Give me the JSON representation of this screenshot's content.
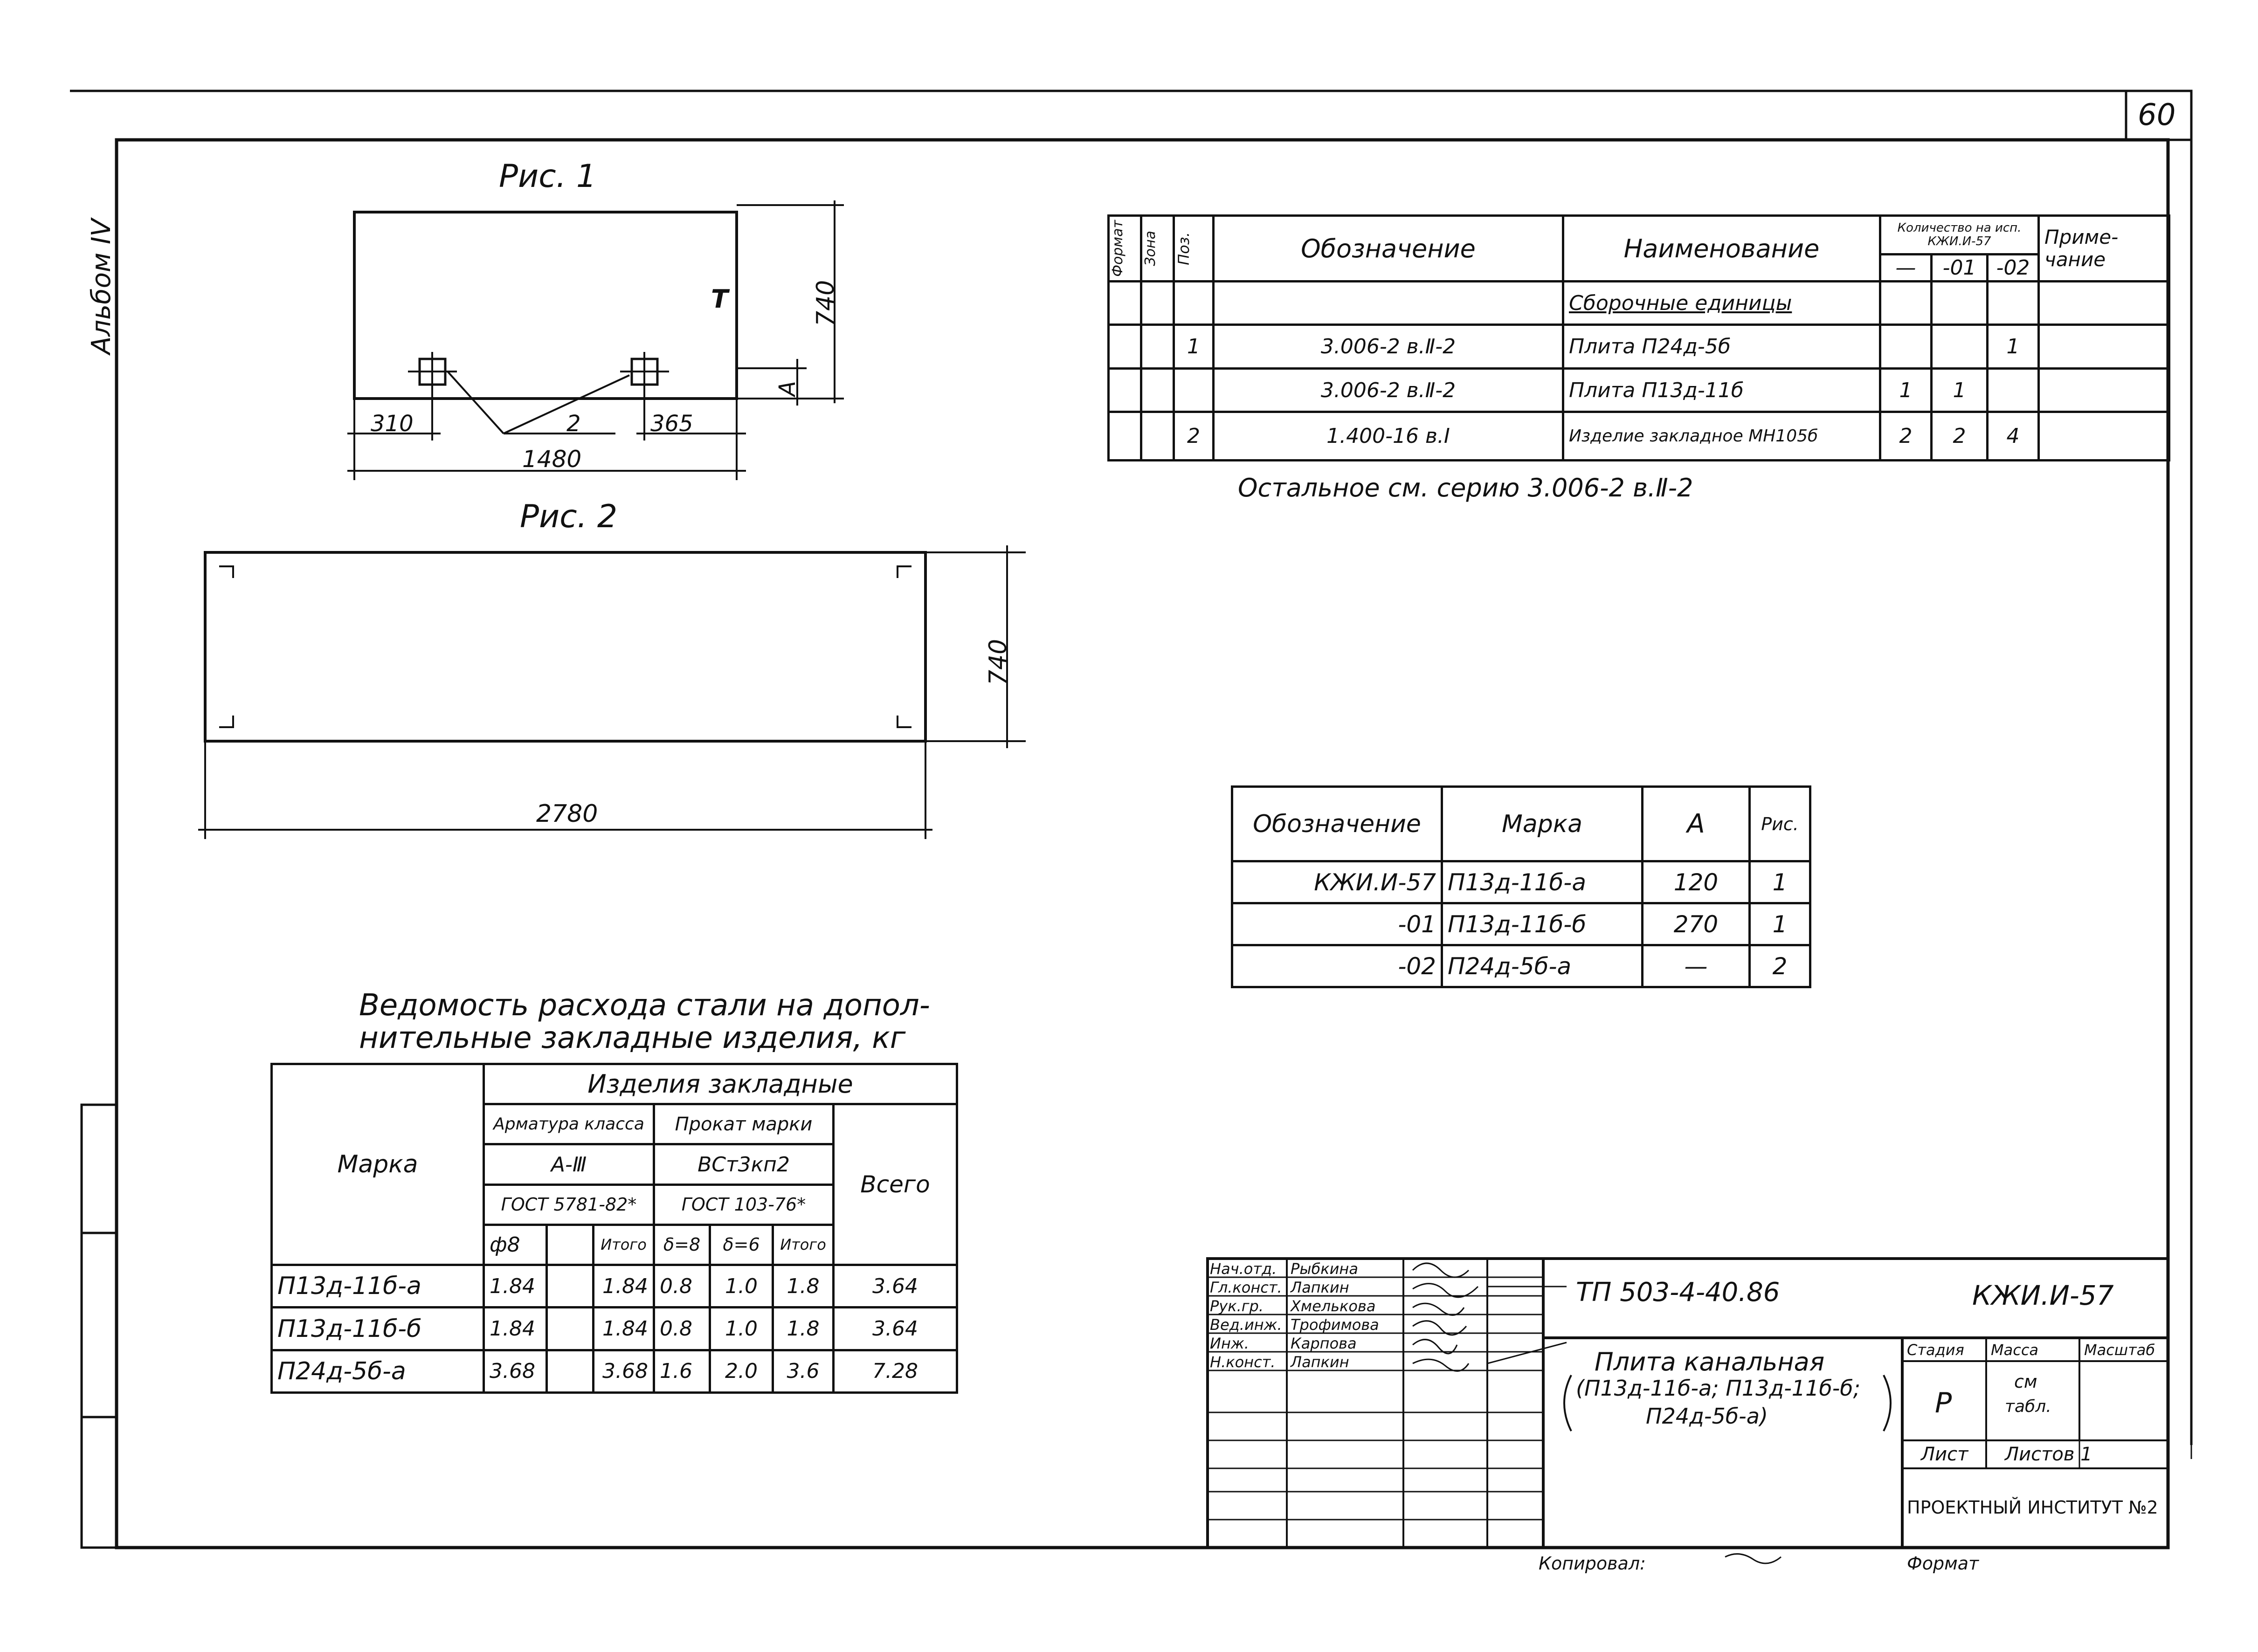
{
  "sheet_number": "60",
  "album": "Альбом IV",
  "fig1": {
    "title": "Рис. 1",
    "dim_height": "740",
    "dim_left": "310",
    "dim_right": "365",
    "dim_width": "1480",
    "callout": "2",
    "dim_a": "А",
    "tmark": "Т"
  },
  "fig2": {
    "title": "Рис. 2",
    "dim_height": "740",
    "dim_width": "2780"
  },
  "spec": {
    "headers": {
      "format": "Формат",
      "zone": "Зона",
      "pos": "Поз.",
      "designation": "Обозначение",
      "name": "Наименование",
      "qty_title": "Количество на исп. КЖИ.И-57",
      "q1": "—",
      "q2": "-01",
      "q3": "-02",
      "note": "Приме- чание"
    },
    "rows": [
      {
        "pos": "",
        "designation": "",
        "name": "Сборочные единицы",
        "q1": "",
        "q2": "",
        "q3": ""
      },
      {
        "pos": "1",
        "designation": "3.006-2 в.Ⅱ-2",
        "name": "Плита П24д-5б",
        "q1": "",
        "q2": "",
        "q3": "1"
      },
      {
        "pos": "",
        "designation": "3.006-2 в.Ⅱ-2",
        "name": "Плита П13д-11б",
        "q1": "1",
        "q2": "1",
        "q3": ""
      },
      {
        "pos": "2",
        "designation": "1.400-16 в.Ⅰ",
        "name": "Изделие закладное МН105б",
        "q1": "2",
        "q2": "2",
        "q3": "4"
      }
    ],
    "footnote": "Остальное см. серию 3.006-2 в.Ⅱ-2"
  },
  "marks": {
    "headers": {
      "designation": "Обозначение",
      "mark": "Марка",
      "a": "А",
      "fig": "Рис."
    },
    "rows": [
      {
        "designation": "КЖИ.И-57",
        "mark": "П13д-11б-а",
        "a": "120",
        "fig": "1"
      },
      {
        "designation": "-01",
        "mark": "П13д-11б-б",
        "a": "270",
        "fig": "1"
      },
      {
        "designation": "-02",
        "mark": "П24д-5б-а",
        "a": "—",
        "fig": "2"
      }
    ]
  },
  "steel": {
    "title_line1": "Ведомость расхода стали на допол-",
    "title_line2": "нительные закладные изделия, кг",
    "h_mark": "Марка",
    "h_items": "Изделия закладные",
    "h_rebar": "Арматура класса",
    "h_rolled": "Прокат марки",
    "h_rebar_class": "А-Ⅲ",
    "h_rolled_grade": "ВСт3кп2",
    "h_rebar_gost": "ГОСТ 5781-82*",
    "h_rolled_gost": "ГОСТ 103-76*",
    "h_total": "Всего",
    "h_d8": "ф8",
    "h_blank": "",
    "h_itogo1": "Итого",
    "h_s8": "δ=8",
    "h_s6": "δ=6",
    "h_itogo2": "Итого",
    "rows": [
      {
        "mark": "П13д-11б-а",
        "d8": "1.84",
        "blank": "",
        "it1": "1.84",
        "s8": "0.8",
        "s6": "1.0",
        "it2": "1.8",
        "total": "3.64"
      },
      {
        "mark": "П13д-11б-б",
        "d8": "1.84",
        "blank": "",
        "it1": "1.84",
        "s8": "0.8",
        "s6": "1.0",
        "it2": "1.8",
        "total": "3.64"
      },
      {
        "mark": "П24д-5б-а",
        "d8": "3.68",
        "blank": "",
        "it1": "3.68",
        "s8": "1.6",
        "s6": "2.0",
        "it2": "3.6",
        "total": "7.28"
      }
    ]
  },
  "stamp": {
    "people": [
      {
        "role": "Нач.отд.",
        "name": "Рыбкина"
      },
      {
        "role": "Гл.конст.",
        "name": "Лапкин"
      },
      {
        "role": "Рук.гр.",
        "name": "Хмелькова"
      },
      {
        "role": "Вед.инж.",
        "name": "Трофимова"
      },
      {
        "role": "Инж.",
        "name": "Карпова"
      },
      {
        "role": "Н.конст.",
        "name": "Лапкин"
      }
    ],
    "doc_code": "ТП 503-4-40.86",
    "doc_mark": "КЖИ.И-57",
    "title_line1": "Плита канальная",
    "title_line2": "(П13д-11б-а; П13д-11б-б;",
    "title_line3": "П24д-5б-а)",
    "h_stage": "Стадия",
    "h_mass": "Масса",
    "h_scale": "Масштаб",
    "stage": "Р",
    "mass_line1": "см",
    "mass_line2": "табл.",
    "sheet": "Лист",
    "sheets": "Листов 1",
    "institute": "ПРОЕКТНЫЙ ИНСТИТУТ №2",
    "copied": "Копировал:",
    "format": "Формат"
  }
}
